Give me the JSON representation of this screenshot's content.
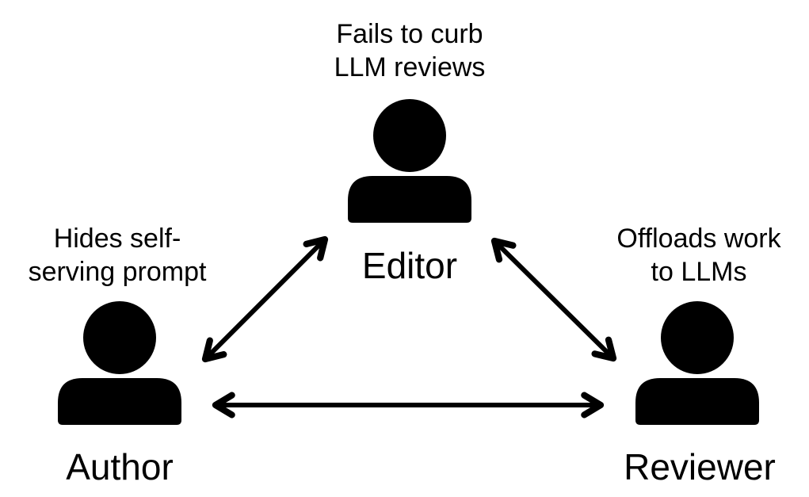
{
  "page": {
    "background_color": "#ffffff",
    "ink_color": "#000000",
    "kind": "triangle relationship diagram about LLM peer review"
  },
  "nodes": {
    "editor": {
      "label": "Editor",
      "caption_lines": [
        "Fails to curb",
        "LLM reviews"
      ],
      "icon": "person-icon"
    },
    "author": {
      "label": "Author",
      "caption_lines": [
        "Hides self-",
        "serving prompt"
      ],
      "icon": "person-icon"
    },
    "reviewer": {
      "label": "Reviewer",
      "caption_lines": [
        "Offloads work",
        "to LLMs"
      ],
      "icon": "person-icon"
    }
  },
  "edges": [
    {
      "between": [
        "Author",
        "Editor"
      ],
      "style": "double-headed-arrow"
    },
    {
      "between": [
        "Editor",
        "Reviewer"
      ],
      "style": "double-headed-arrow"
    },
    {
      "between": [
        "Author",
        "Reviewer"
      ],
      "style": "double-headed-arrow"
    }
  ]
}
